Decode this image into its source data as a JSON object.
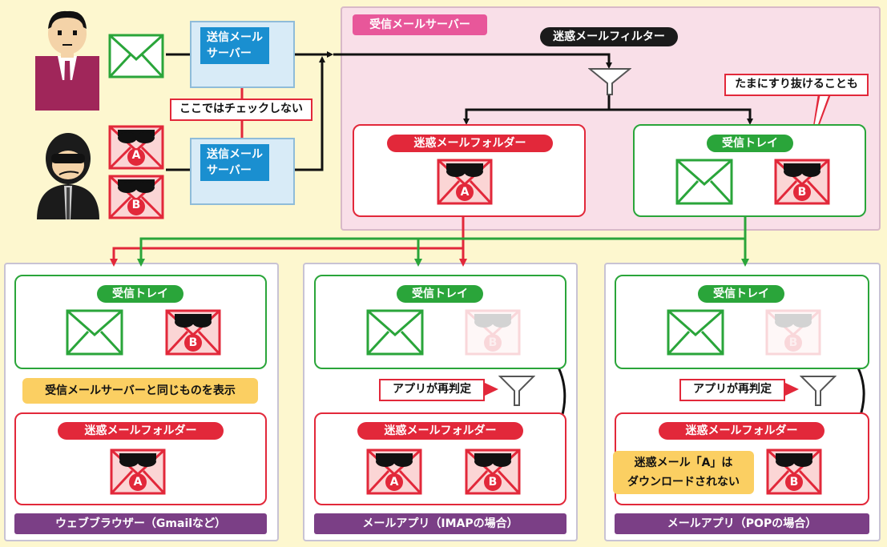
{
  "server": {
    "title": "受信メールサーバー",
    "filter_label": "迷惑メールフィルター",
    "spam_folder_label": "迷惑メールフォルダー",
    "inbox_label": "受信トレイ",
    "slip_note": "たまにすり抜けることも"
  },
  "senders": {
    "smtp_label": "送信メール\nサーバー",
    "no_check_note": "ここではチェックしない"
  },
  "mail_markers": {
    "a": "A",
    "b": "B"
  },
  "clients": {
    "browser": {
      "inbox_label": "受信トレイ",
      "spam_folder_label": "迷惑メールフォルダー",
      "same_note": "受信メールサーバーと同じものを表示",
      "footer": "ウェブブラウザー（Gmailなど）"
    },
    "imap": {
      "inbox_label": "受信トレイ",
      "spam_folder_label": "迷惑メールフォルダー",
      "rejudge_note": "アプリが再判定",
      "footer": "メールアプリ（IMAPの場合）"
    },
    "pop": {
      "inbox_label": "受信トレイ",
      "spam_folder_label": "迷惑メールフォルダー",
      "rejudge_note": "アプリが再判定",
      "not_downloaded_note": "迷惑メール「A」は\nダウンロードされない",
      "footer": "メールアプリ（POPの場合）"
    }
  },
  "colors": {
    "red": "#e2283a",
    "green": "#2aa53a",
    "pink": "#e8579a",
    "purple": "#7b3f86",
    "blue": "#1a8fd0",
    "orange": "#fbcf62",
    "background": "#fdf7cf"
  }
}
